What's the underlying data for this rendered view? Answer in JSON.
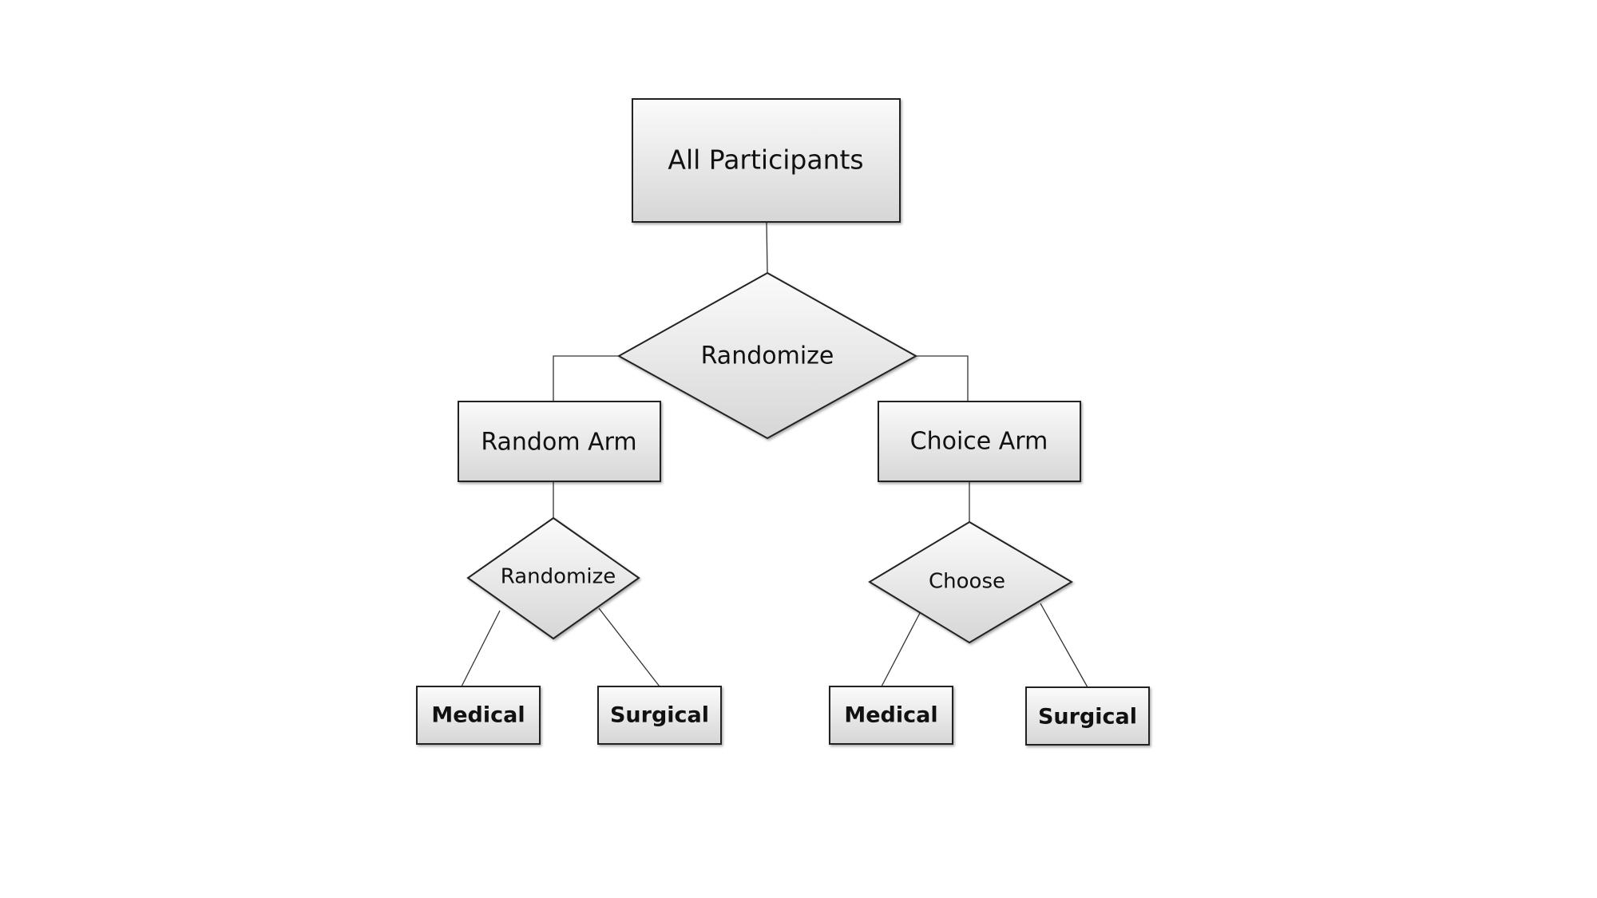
{
  "diagram": {
    "root": {
      "label": "All Participants"
    },
    "randomize_top": {
      "label": "Randomize"
    },
    "random_arm": {
      "label": "Random Arm"
    },
    "choice_arm": {
      "label": "Choice Arm"
    },
    "randomize_sub": {
      "label": "Randomize"
    },
    "choose": {
      "label": "Choose"
    },
    "random_medical": {
      "label": "Medical"
    },
    "random_surgical": {
      "label": "Surgical"
    },
    "choice_medical": {
      "label": "Medical"
    },
    "choice_surgical": {
      "label": "Surgical"
    }
  },
  "colors": {
    "shape_fill_light": "#fbfbfb",
    "shape_fill_dark": "#d6d6d6",
    "stroke": "#222222"
  }
}
